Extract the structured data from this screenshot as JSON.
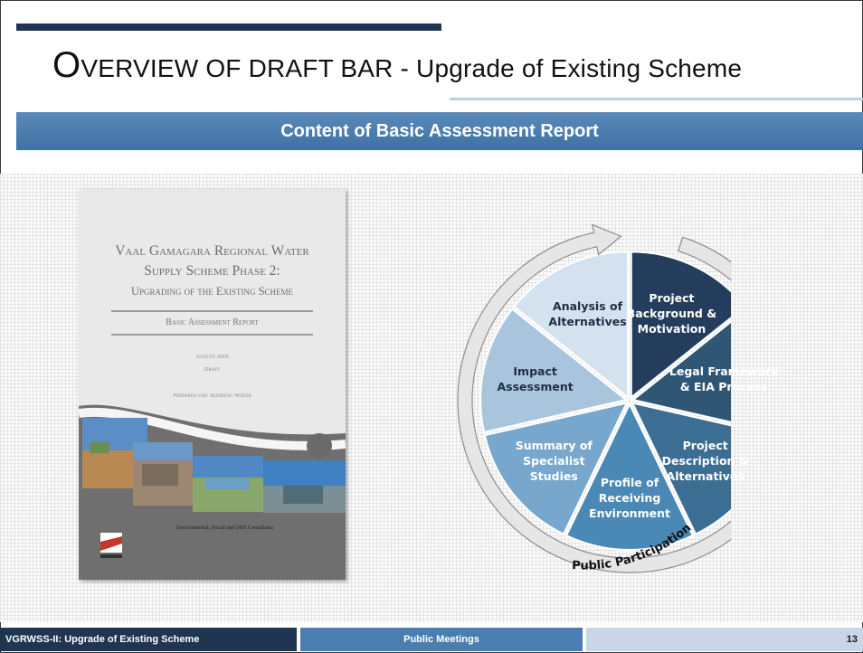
{
  "slide": {
    "title_first_letter": "O",
    "title_caps": "VERVIEW OF DRAFT BAR",
    "title_rest": " - Upgrade of Existing Scheme",
    "banner": "Content of Basic Assessment Report"
  },
  "report": {
    "title_line1": "Vaal Gamagara Regional Water",
    "title_line2": "Supply Scheme Phase 2:",
    "title_line3": "Upgrading of the Existing Scheme",
    "subtitle": "Basic Assessment Report",
    "date": "August 2019",
    "status": "Draft",
    "prepared_for": "Prepared for: Sedibeng Water",
    "consultant": "Environmental, Social and OHS Consultants"
  },
  "wheel": {
    "segments": [
      {
        "label": "Project\nBackground &\nMotivation",
        "color": "#243d5c"
      },
      {
        "label": "Legal Framework\n& EIA Process",
        "color": "#2f5675"
      },
      {
        "label": "Project\nDescription &\nAlternatives",
        "color": "#3c6d92"
      },
      {
        "label": "Profile of\nReceiving\nEnvironment",
        "color": "#4a88b6"
      },
      {
        "label": "Summary of\nSpecialist\nStudies",
        "color": "#77a7cc"
      },
      {
        "label": "Impact\nAssessment",
        "color": "#a9c5de"
      },
      {
        "label": "Analysis of\nAlternatives",
        "color": "#d4e2ef"
      }
    ],
    "arc_label": "Public Participation"
  },
  "footer": {
    "left": "VGRWSS-II: Upgrade of Existing Scheme",
    "middle": "Public Meetings",
    "page_number": "13"
  }
}
